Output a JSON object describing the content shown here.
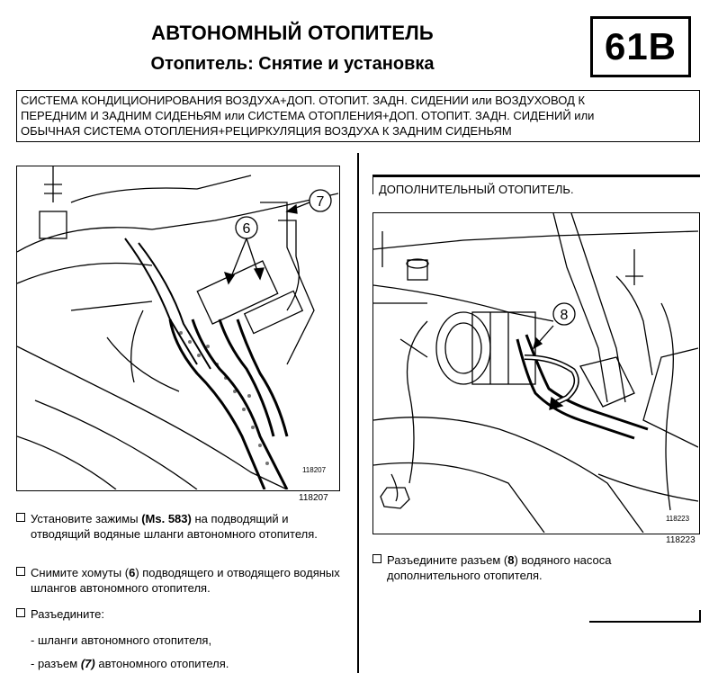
{
  "header": {
    "title": "АВТОНОМНЫЙ ОТОПИТЕЛЬ",
    "subtitle": "Отопитель: Снятие и установка",
    "chapter": "61B"
  },
  "applicability": {
    "lines": [
      "СИСТЕМА КОНДИЦИОНИРОВАНИЯ ВОЗДУХА+ДОП. ОТОПИТ. ЗАДН. СИДЕНИИ или ВОЗДУХОВОД К",
      "ПЕРЕДНИМ И ЗАДНИМ СИДЕНЬЯМ или СИСТЕМА ОТОПЛЕНИЯ+ДОП. ОТОПИТ. ЗАДН. СИДЕНИЙ или",
      "ОБЫЧНАЯ СИСТЕМА ОТОПЛЕНИЯ+РЕЦИРКУЛЯЦИЯ ВОЗДУХА К ЗАДНИМ СИДЕНЬЯМ"
    ]
  },
  "left": {
    "figure": {
      "callout_6": "6",
      "callout_7": "7",
      "inner_number": "118207",
      "number": "118207"
    },
    "steps": [
      {
        "pre": "Установите зажимы ",
        "bold": "(Ms. 583)",
        "post": " на подводящий и отводящий водяные шланги автономного отопителя."
      },
      {
        "pre": "Снимите хомуты (",
        "bold": "6",
        "post": ") подводящего и отводящего водяных шлангов автономного отопителя."
      },
      {
        "pre": "Разъедините:",
        "bold": "",
        "post": ""
      }
    ],
    "sub_items": [
      {
        "pre": "- шланги автономного отопителя,",
        "bolditalic": "",
        "post": ""
      },
      {
        "pre": "- разъем ",
        "bolditalic": "(7)",
        "post": " автономного отопителя."
      }
    ]
  },
  "right": {
    "heading": "ДОПОЛНИТЕЛЬНЫЙ ОТОПИТЕЛЬ.",
    "figure": {
      "callout_8": "8",
      "inner_number": "118223",
      "number": "118223"
    },
    "step": {
      "pre": "Разъедините разъем (",
      "bold": "8",
      "post": ") водяного насоса дополнительного отопителя."
    }
  }
}
